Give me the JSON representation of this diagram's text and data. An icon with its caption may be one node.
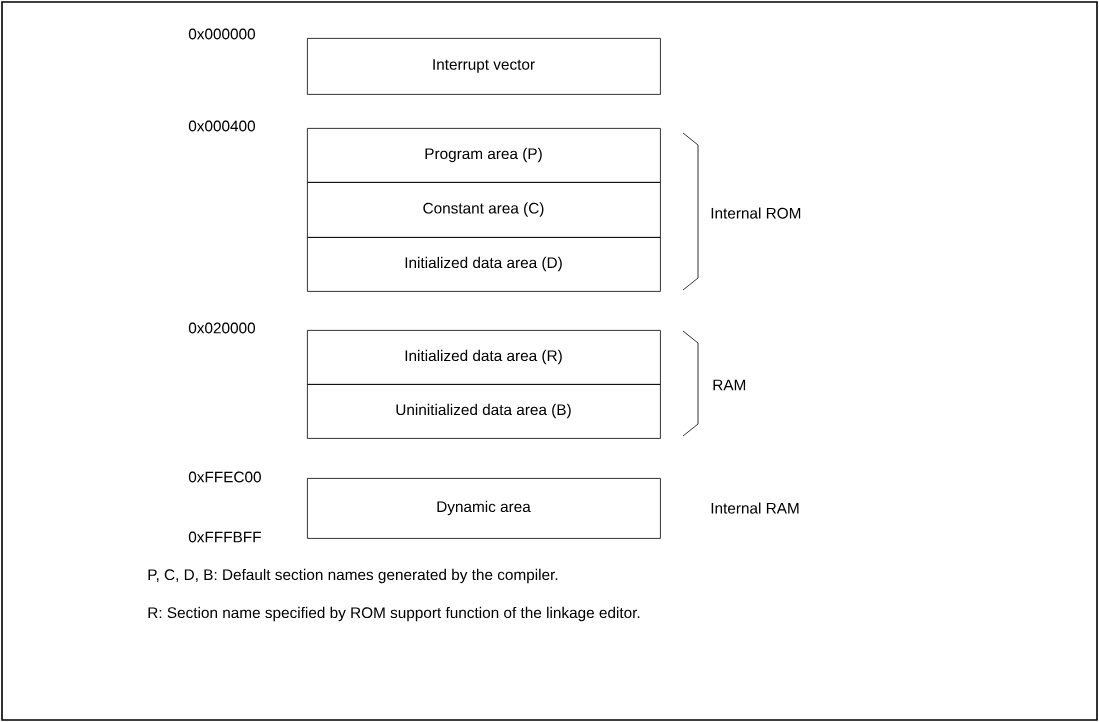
{
  "diagram": {
    "nodes": [
      {
        "text": [
          "Interrupt vector"
        ]
      },
      {
        "text": [
          "Program area (P)"
        ]
      },
      {
        "text": [
          "Constant area (C)"
        ]
      },
      {
        "text": [
          "Initialized data area (D)"
        ]
      },
      {
        "text": [
          "Initialized data area (R)"
        ]
      },
      {
        "text": [
          "Uninitialized data area (B)"
        ]
      },
      {
        "text": [
          "Dynamic area"
        ]
      }
    ],
    "labels": [
      "0x000000",
      "0x000400",
      "Internal ROM",
      "0x020000",
      "RAM",
      "0xFFEC00",
      "0xFFFBFF",
      "Internal RAM",
      "P, C, D, B:  Default section names generated by the compiler.",
      "R:  Section name specified by ROM support function of the linkage editor."
    ]
  }
}
